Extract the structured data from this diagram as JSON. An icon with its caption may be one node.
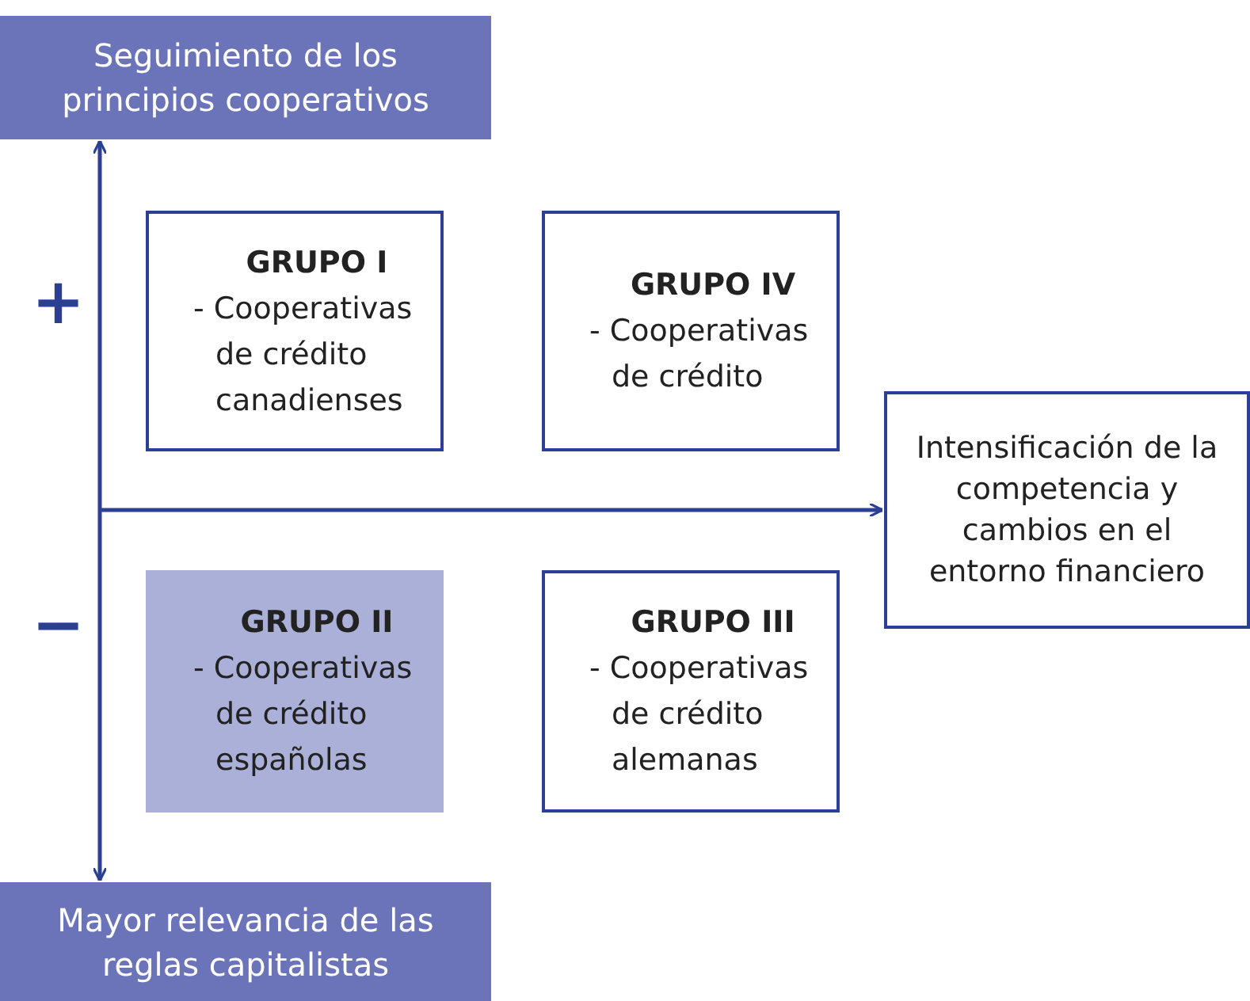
{
  "diagram": {
    "nodes": [
      {
        "text": [
          "Seguimiento de los principios cooperativos"
        ]
      },
      {
        "text": [
          "GRUPO I",
          "- Cooperativas de crédito canadienses"
        ]
      },
      {
        "text": [
          "GRUPO IV",
          "- Cooperativas de crédito"
        ]
      },
      {
        "text": [
          "Intensificación de la competencia y cambios en el entorno financiero"
        ]
      },
      {
        "text": [
          "GRUPO II",
          "- Cooperativas de crédito españolas"
        ]
      },
      {
        "text": [
          "GRUPO III",
          "- Cooperativas de crédito alemanas"
        ]
      },
      {
        "text": [
          "Mayor relevancia de las reglas capitalistas"
        ]
      }
    ],
    "edges": [
      {
        "from": 0,
        "to": 6,
        "arrow": "both"
      },
      {
        "from": null,
        "to": 3,
        "arrow": "to"
      }
    ],
    "labels": [
      "+",
      "−"
    ]
  }
}
